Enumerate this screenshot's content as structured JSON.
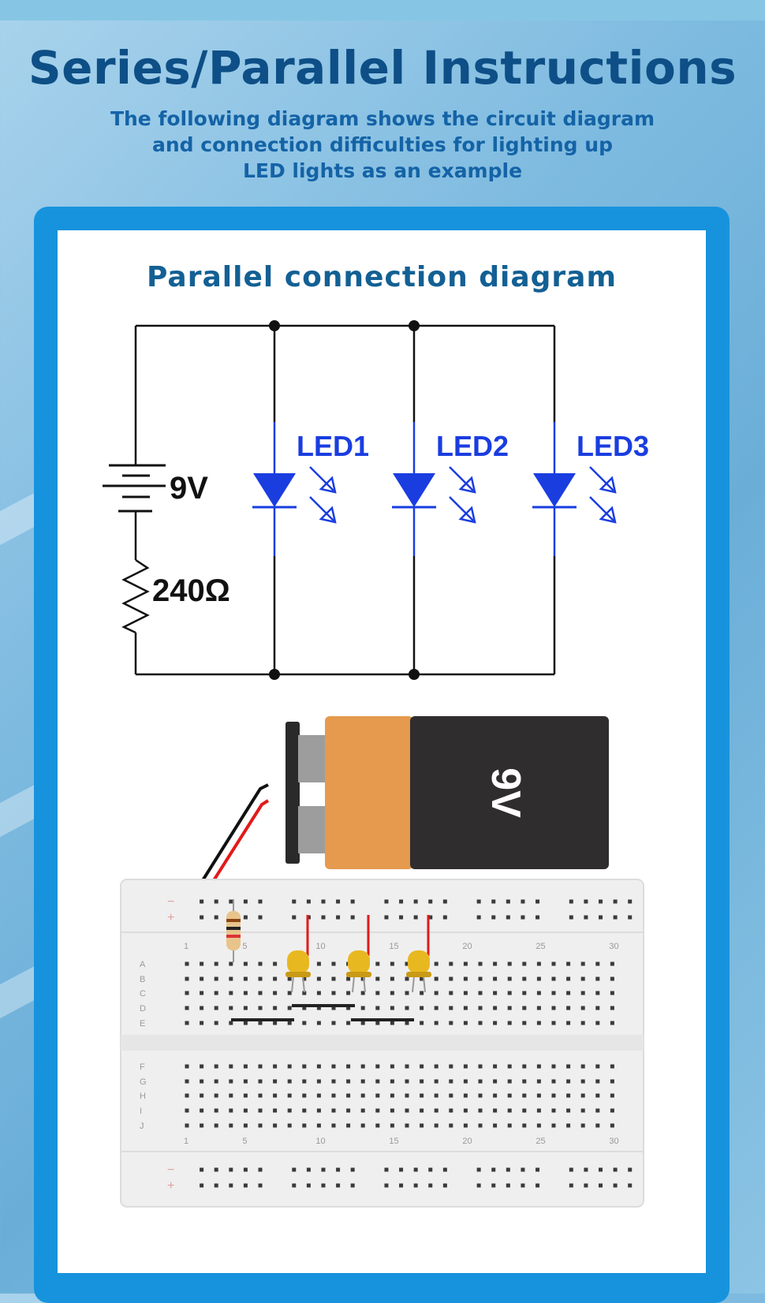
{
  "header": {
    "title": "Series/Parallel Instructions",
    "subtitle_line1": "The following diagram shows the circuit diagram",
    "subtitle_line2": "and connection difficulties for lighting up",
    "subtitle_line3": "LED lights as an example"
  },
  "card": {
    "title": "Parallel connection diagram"
  },
  "schematic": {
    "battery_label": "9V",
    "resistor_label": "240Ω",
    "leds": [
      {
        "label": "LED1"
      },
      {
        "label": "LED2"
      },
      {
        "label": "LED3"
      }
    ]
  },
  "breadboard": {
    "battery_text": "9V",
    "rail_minus": "−",
    "rail_plus": "+",
    "column_numbers": [
      "1",
      "5",
      "10",
      "15",
      "20",
      "25",
      "30"
    ],
    "row_letters_top": [
      "A",
      "B",
      "C",
      "D",
      "E"
    ],
    "row_letters_bottom": [
      "F",
      "G",
      "H",
      "I",
      "J"
    ]
  },
  "colors": {
    "title": "#0d4f86",
    "frame": "#1793dd",
    "led_blue": "#1a3de0",
    "led_yellow": "#e8b820",
    "wire_red": "#e21a1a",
    "battery_orange": "#e59a4e",
    "battery_black": "#2f2d2e"
  }
}
